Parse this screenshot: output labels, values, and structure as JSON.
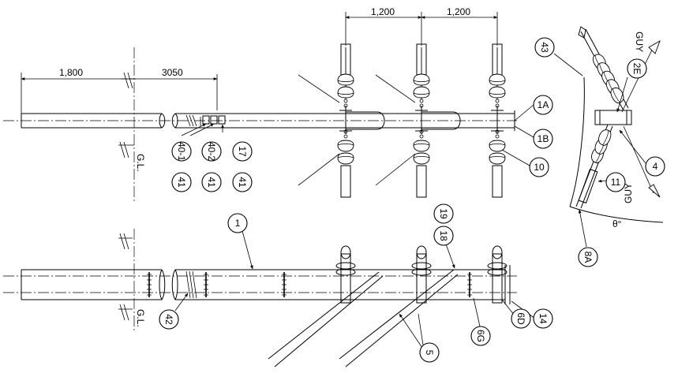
{
  "dimensions": {
    "left_span": "1,800",
    "right_span": "3050",
    "spacing_1": "1,200",
    "spacing_2": "1,200"
  },
  "ground_labels": {
    "top": "G.L.",
    "bottom": "G.L."
  },
  "guy_labels": {
    "upper": "GUY",
    "lower": "GUY"
  },
  "angle_label": "θ°",
  "item_labels": {
    "p1A": "1A",
    "p1B": "1B",
    "p10": "10",
    "p40_1": "40-1",
    "p41a": "41",
    "p40_2": "40-2",
    "p41b": "41",
    "p17": "17",
    "p41c": "41",
    "p43": "43",
    "p2E": "2E",
    "p4": "4",
    "p11": "11",
    "p8A": "8A",
    "p1": "1",
    "p42": "42",
    "p19": "19",
    "p18": "18",
    "p5": "5",
    "p6G": "6G",
    "p6D": "6D",
    "p14": "14"
  }
}
